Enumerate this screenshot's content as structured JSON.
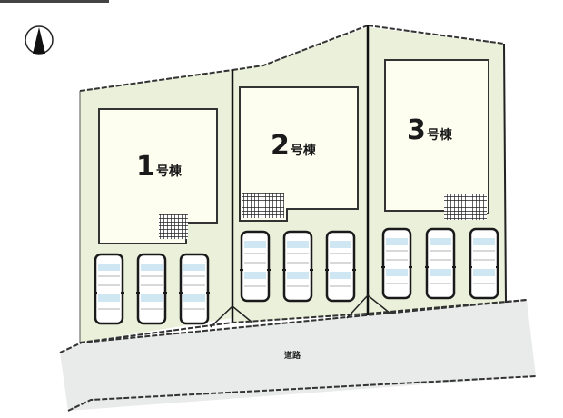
{
  "diagram": {
    "type": "site-plan",
    "compass": {
      "icon": "north-arrow-icon",
      "direction": "north"
    },
    "colors": {
      "lot_fill": "#eaf0da",
      "house_fill": "#fdfdf0",
      "road_fill": "#e9eaea",
      "outline": "#1a1a1a",
      "window_blue": "#cfe6f3"
    },
    "lots": [
      {
        "id": "1",
        "number": "1",
        "suffix": "号棟",
        "parking_spaces": 3
      },
      {
        "id": "2",
        "number": "2",
        "suffix": "号棟",
        "parking_spaces": 3
      },
      {
        "id": "3",
        "number": "3",
        "suffix": "号棟",
        "parking_spaces": 3
      }
    ],
    "road": {
      "label": "道路"
    }
  }
}
